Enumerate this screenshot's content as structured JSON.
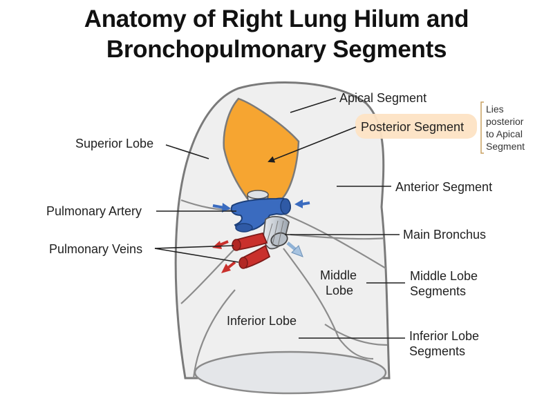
{
  "title": {
    "line1": "Anatomy of Right Lung Hilum and",
    "line2": "Bronchopulmonary Segments"
  },
  "labels": {
    "apical_segment": "Apical Segment",
    "posterior_segment": "Posterior Segment",
    "superior_lobe": "Superior Lobe",
    "anterior_segment": "Anterior Segment",
    "pulmonary_artery": "Pulmonary Artery",
    "main_bronchus": "Main Bronchus",
    "pulmonary_veins": "Pulmonary Veins",
    "middle_lobe_1": "Middle",
    "middle_lobe_2": "Lobe",
    "middle_lobe_segments_1": "Middle Lobe",
    "middle_lobe_segments_2": "Segments",
    "inferior_lobe": "Inferior Lobe",
    "inferior_lobe_segments_1": "Inferior Lobe",
    "inferior_lobe_segments_2": "Segments"
  },
  "note": {
    "line1": "Lies",
    "line2": "posterior",
    "line3": "to Apical",
    "line4": "Segment"
  },
  "colors": {
    "lung_fill": "#efefef",
    "outline": "#7a7a7a",
    "posterior_segment": "#f6a531",
    "highlight_band": "#fde3c4",
    "artery": "#3a6bbf",
    "vein": "#c9302c",
    "bronchus": "#c8cdd3",
    "note_bracket": "#c8a060"
  },
  "icons": [
    "arrow-right-blue-icon",
    "arrow-left-blue-icon",
    "arrow-red-icon",
    "arrow-light-blue-icon"
  ]
}
